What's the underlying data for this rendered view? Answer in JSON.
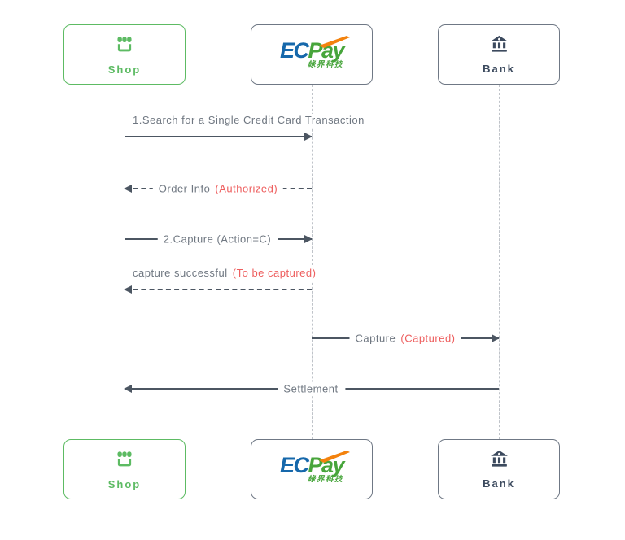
{
  "diagram": {
    "title": "ECPay credit card capture sequence diagram",
    "actors": {
      "shop": {
        "label": "Shop",
        "icon": "store-icon"
      },
      "ecpay": {
        "logo_ec": "EC",
        "logo_pay": "Pay",
        "logo_subtitle": "綠界科技",
        "icon": "ecpay-logo"
      },
      "bank": {
        "label": "Bank",
        "icon": "bank-icon"
      }
    },
    "messages": [
      {
        "from": "Shop",
        "to": "ECPay",
        "line": "solid",
        "label": "1.Search for a Single Credit Card Transaction",
        "label_red": ""
      },
      {
        "from": "ECPay",
        "to": "Shop",
        "line": "dashed",
        "label": "Order Info ",
        "label_red": "(Authorized)"
      },
      {
        "from": "Shop",
        "to": "ECPay",
        "line": "solid",
        "label": "2.Capture (Action=C)",
        "label_red": ""
      },
      {
        "from": "ECPay",
        "to": "Shop",
        "line": "dashed",
        "label": "capture successful ",
        "label_red": "(To be captured)"
      },
      {
        "from": "ECPay",
        "to": "Bank",
        "line": "solid",
        "label": "Capture ",
        "label_red": "(Captured)"
      },
      {
        "from": "Bank",
        "to": "Shop",
        "line": "solid",
        "label": "Settlement",
        "label_red": ""
      }
    ],
    "colors": {
      "shop_green": "#5dbb63",
      "bank_navy": "#3c4a5e",
      "box_border_gray": "#6f7885",
      "arrow": "#4c5662",
      "message_text": "#6f7781",
      "message_red": "#ee5f5f",
      "lifeline_gray": "#bfc3c9",
      "lifeline_green": "#74c77d",
      "logo_blue": "#1668ab",
      "logo_green": "#47a53b",
      "logo_orange": "#f3820d"
    }
  }
}
